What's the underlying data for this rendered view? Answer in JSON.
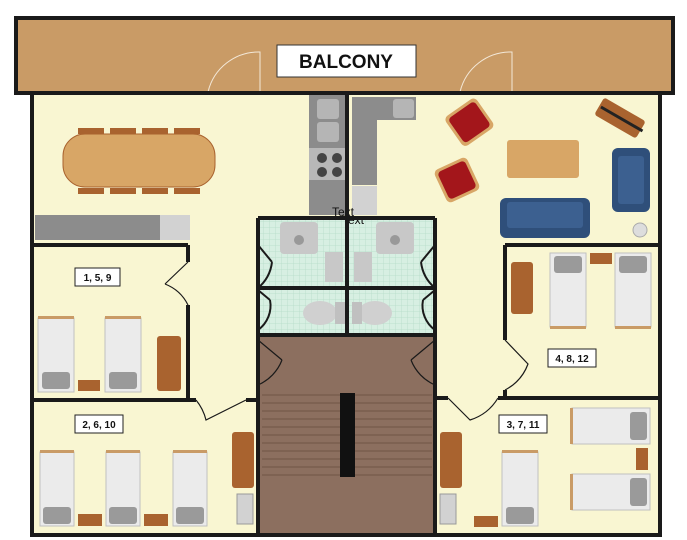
{
  "balcony": {
    "label": "BALCONY"
  },
  "kitchen": {
    "text_labels": [
      "Text",
      "Text"
    ]
  },
  "rooms": [
    {
      "label": "1, 5, 9"
    },
    {
      "label": "2, 6, 10"
    },
    {
      "label": "4, 8, 12"
    },
    {
      "label": "3, 7, 11"
    }
  ],
  "colors": {
    "balcony": "#c99b66",
    "floor": "#f9f6d2",
    "bathroom": "#d7efe2",
    "stairs": "#8c6f5f",
    "wall": "#1a1a1a",
    "sofa": "#2f4f7a",
    "armchair": "#a3161b",
    "wood": "#c99b66",
    "cabinet": "#a9632f",
    "bed": "#ebebeb",
    "pillow": "#9a9a9a"
  }
}
